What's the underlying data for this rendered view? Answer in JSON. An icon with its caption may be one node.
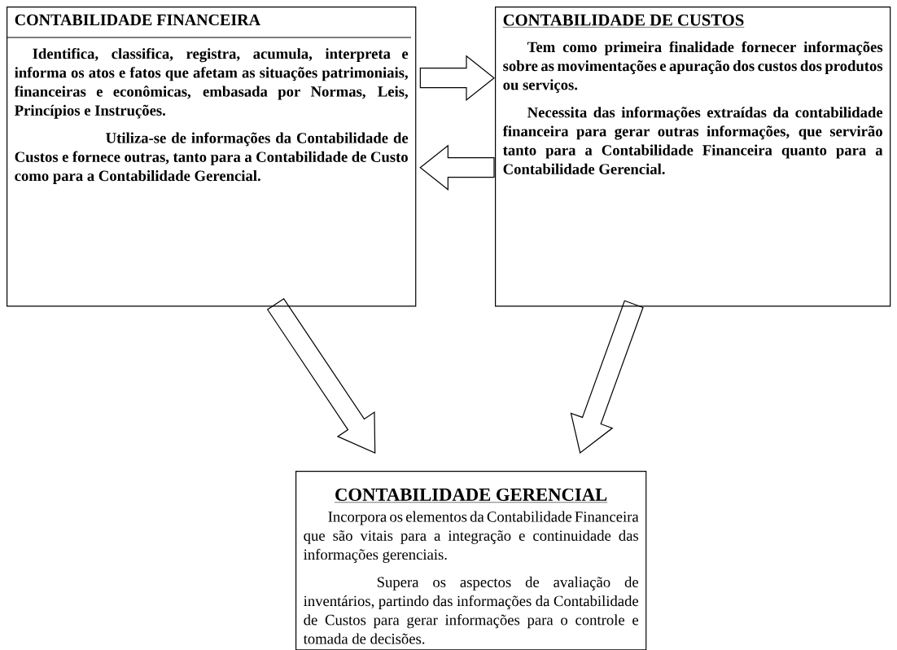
{
  "diagram": {
    "nodes": [
      {
        "text": [
          "CONTABILIDADE FINANCEIRA",
          "Identifica, classifica, registra, acumula, interpreta e informa os atos e fatos que afetam as situações patrimoniais, financeiras e econômicas, embasada por Normas, Leis, Princípios e Instruções.",
          "Utiliza-se de informações da Contabilidade de Custos e fornece outras, tanto para a Contabilidade de Custo como para a Contabilidade Gerencial."
        ]
      },
      {
        "text": [
          "CONTABILIDADE DE CUSTOS",
          "Tem como primeira finalidade fornecer informações sobre as movimentações e apuração dos custos dos produtos ou serviços.",
          "Necessita das informações extraídas da contabilidade financeira para gerar outras informações, que servirão tanto para a Contabilidade Financeira quanto para a Contabilidade Gerencial."
        ]
      },
      {
        "text": [
          "CONTABILIDADE GERENCIAL",
          "Incorpora os elementos da Contabilidade Financeira que são vitais para a integração e continuidade das informações gerenciais.",
          "Supera os aspectos de avaliação de inventários, partindo das informações da Contabilidade de Custos para gerar informações para o controle e tomada de decisões."
        ]
      }
    ],
    "edges": [
      {
        "from": 0,
        "to": 1,
        "arrow": "to"
      },
      {
        "from": 1,
        "to": 0,
        "arrow": "to"
      },
      {
        "from": 0,
        "to": 2,
        "arrow": "to"
      },
      {
        "from": 1,
        "to": 2,
        "arrow": "to"
      }
    ]
  }
}
